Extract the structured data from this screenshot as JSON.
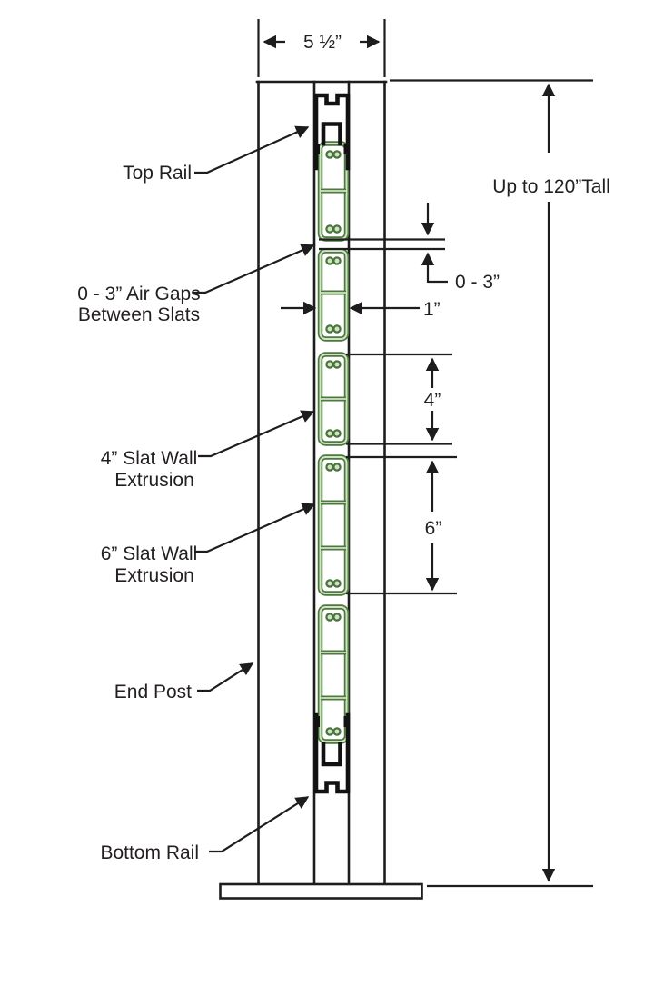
{
  "diagram": {
    "labels": {
      "top_rail": "Top Rail",
      "air_gaps_line1": "0 - 3” Air Gaps",
      "air_gaps_line2": "Between Slats",
      "slat4_line1": "4” Slat Wall",
      "slat4_line2": "Extrusion",
      "slat6_line1": "6” Slat Wall",
      "slat6_line2": "Extrusion",
      "end_post": "End Post",
      "bottom_rail": "Bottom Rail"
    },
    "dimensions": {
      "overall_width": "5 ½”",
      "overall_height": "Up to 120”Tall",
      "air_gap": "0 - 3”",
      "slat_thickness": "1”",
      "slat_height_4": "4”",
      "slat_height_6": "6”"
    },
    "colors": {
      "line": "#1d1d1d",
      "rail": "#121212",
      "slat_green": "#4c7a3e",
      "slat_green_light": "#d2e2c4",
      "background": "#ffffff"
    }
  }
}
